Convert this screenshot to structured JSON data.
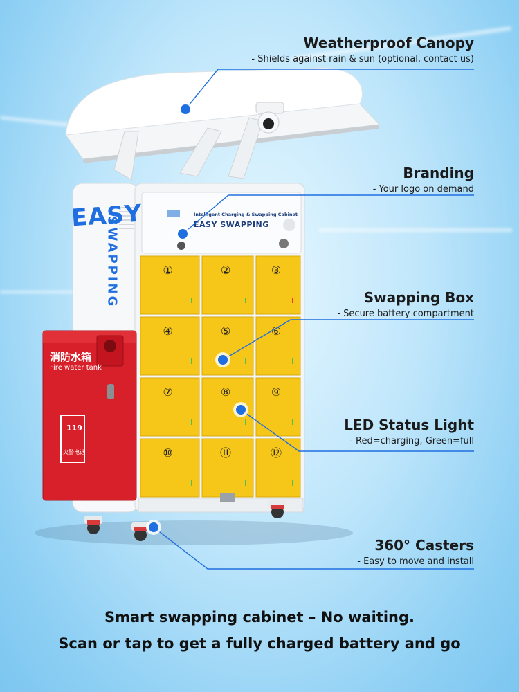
{
  "cabinet": {
    "brand_vertical_1": "EASY",
    "brand_vertical_2": "SWAPPING",
    "panel_header": "Intelligent Charging & Swapping Cabinet",
    "panel_logo": "EASY SWAPPING",
    "fire_box_cn": "消防水箱",
    "fire_box_en": "Fire water tank",
    "fire_phone": "119",
    "fire_phone_label": "火警电话",
    "slots": [
      "①",
      "②",
      "③",
      "④",
      "⑤",
      "⑥",
      "⑦",
      "⑧",
      "⑨",
      "⑩",
      "⑪",
      "⑫"
    ]
  },
  "callouts": [
    {
      "title": "Weatherproof Canopy",
      "subtitle": "- Shields against rain & sun (optional, contact us)"
    },
    {
      "title": "Branding",
      "subtitle": "- Your logo on demand"
    },
    {
      "title": "Swapping Box",
      "subtitle": "- Secure battery compartment"
    },
    {
      "title": "LED Status Light",
      "subtitle": "- Red=charging, Green=full"
    },
    {
      "title": "360° Casters",
      "subtitle": "- Easy to move and install"
    }
  ],
  "footer": {
    "line1": "Smart swapping cabinet – No waiting.",
    "line2": "Scan or tap to get a fully charged battery and go"
  },
  "colors": {
    "accent_blue": "#1f6fe0",
    "locker_yellow": "#f6c619",
    "fire_red": "#d8202a"
  }
}
